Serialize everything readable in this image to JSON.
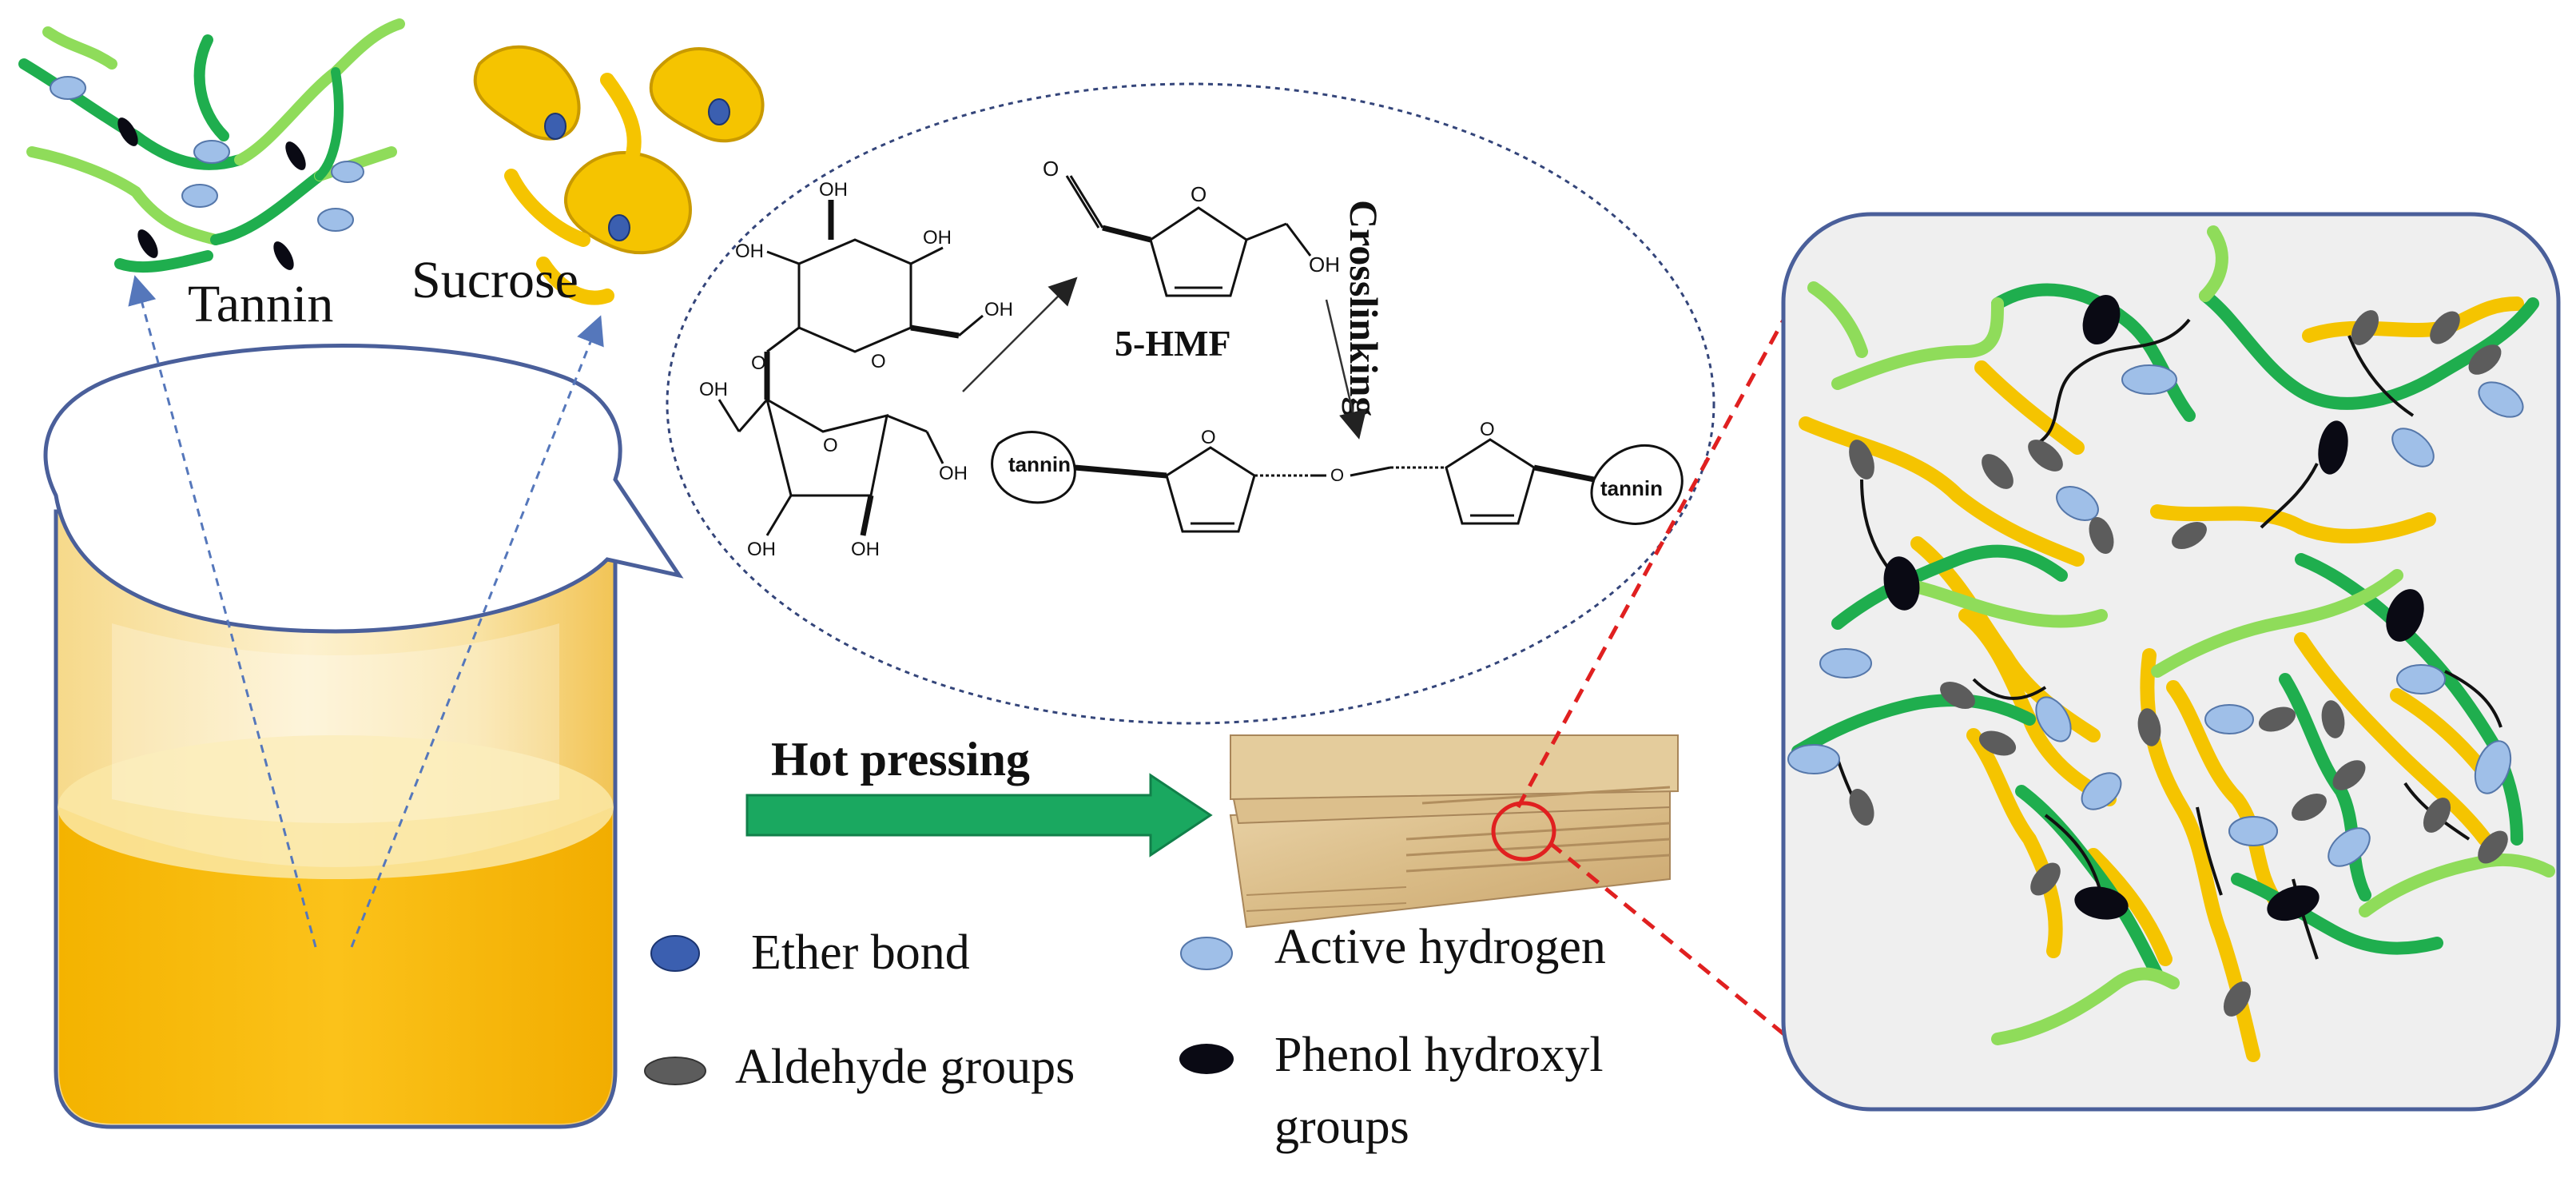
{
  "labels": {
    "tannin": "Tannin",
    "sucrose": "Sucrose",
    "hmf": "5-HMF",
    "crosslinking": "Crosslinking",
    "hot_pressing": "Hot pressing"
  },
  "chemistry": {
    "oh": "OH",
    "o": "O",
    "tannin_left": "tannin",
    "tannin_right": "tannin"
  },
  "legend": [
    {
      "key": "ether",
      "label": "Ether bond",
      "color": "#3b5fb0"
    },
    {
      "key": "active_h",
      "label": "Active hydrogen",
      "color": "#9fbfe8"
    },
    {
      "key": "aldehyde",
      "label": "Aldehyde groups",
      "color": "#5c5c5c"
    },
    {
      "key": "phenol",
      "label": "Phenol hydroxyl",
      "label2": "groups",
      "color": "#0a0a14"
    }
  ],
  "colors": {
    "tannin_chain": "#1fae4e",
    "tannin_chain_light": "#8fdc5a",
    "sucrose_chain": "#f5c400",
    "liquid": "#f7b800",
    "arrow": "#1aa860",
    "magnifier": "#e02020"
  }
}
